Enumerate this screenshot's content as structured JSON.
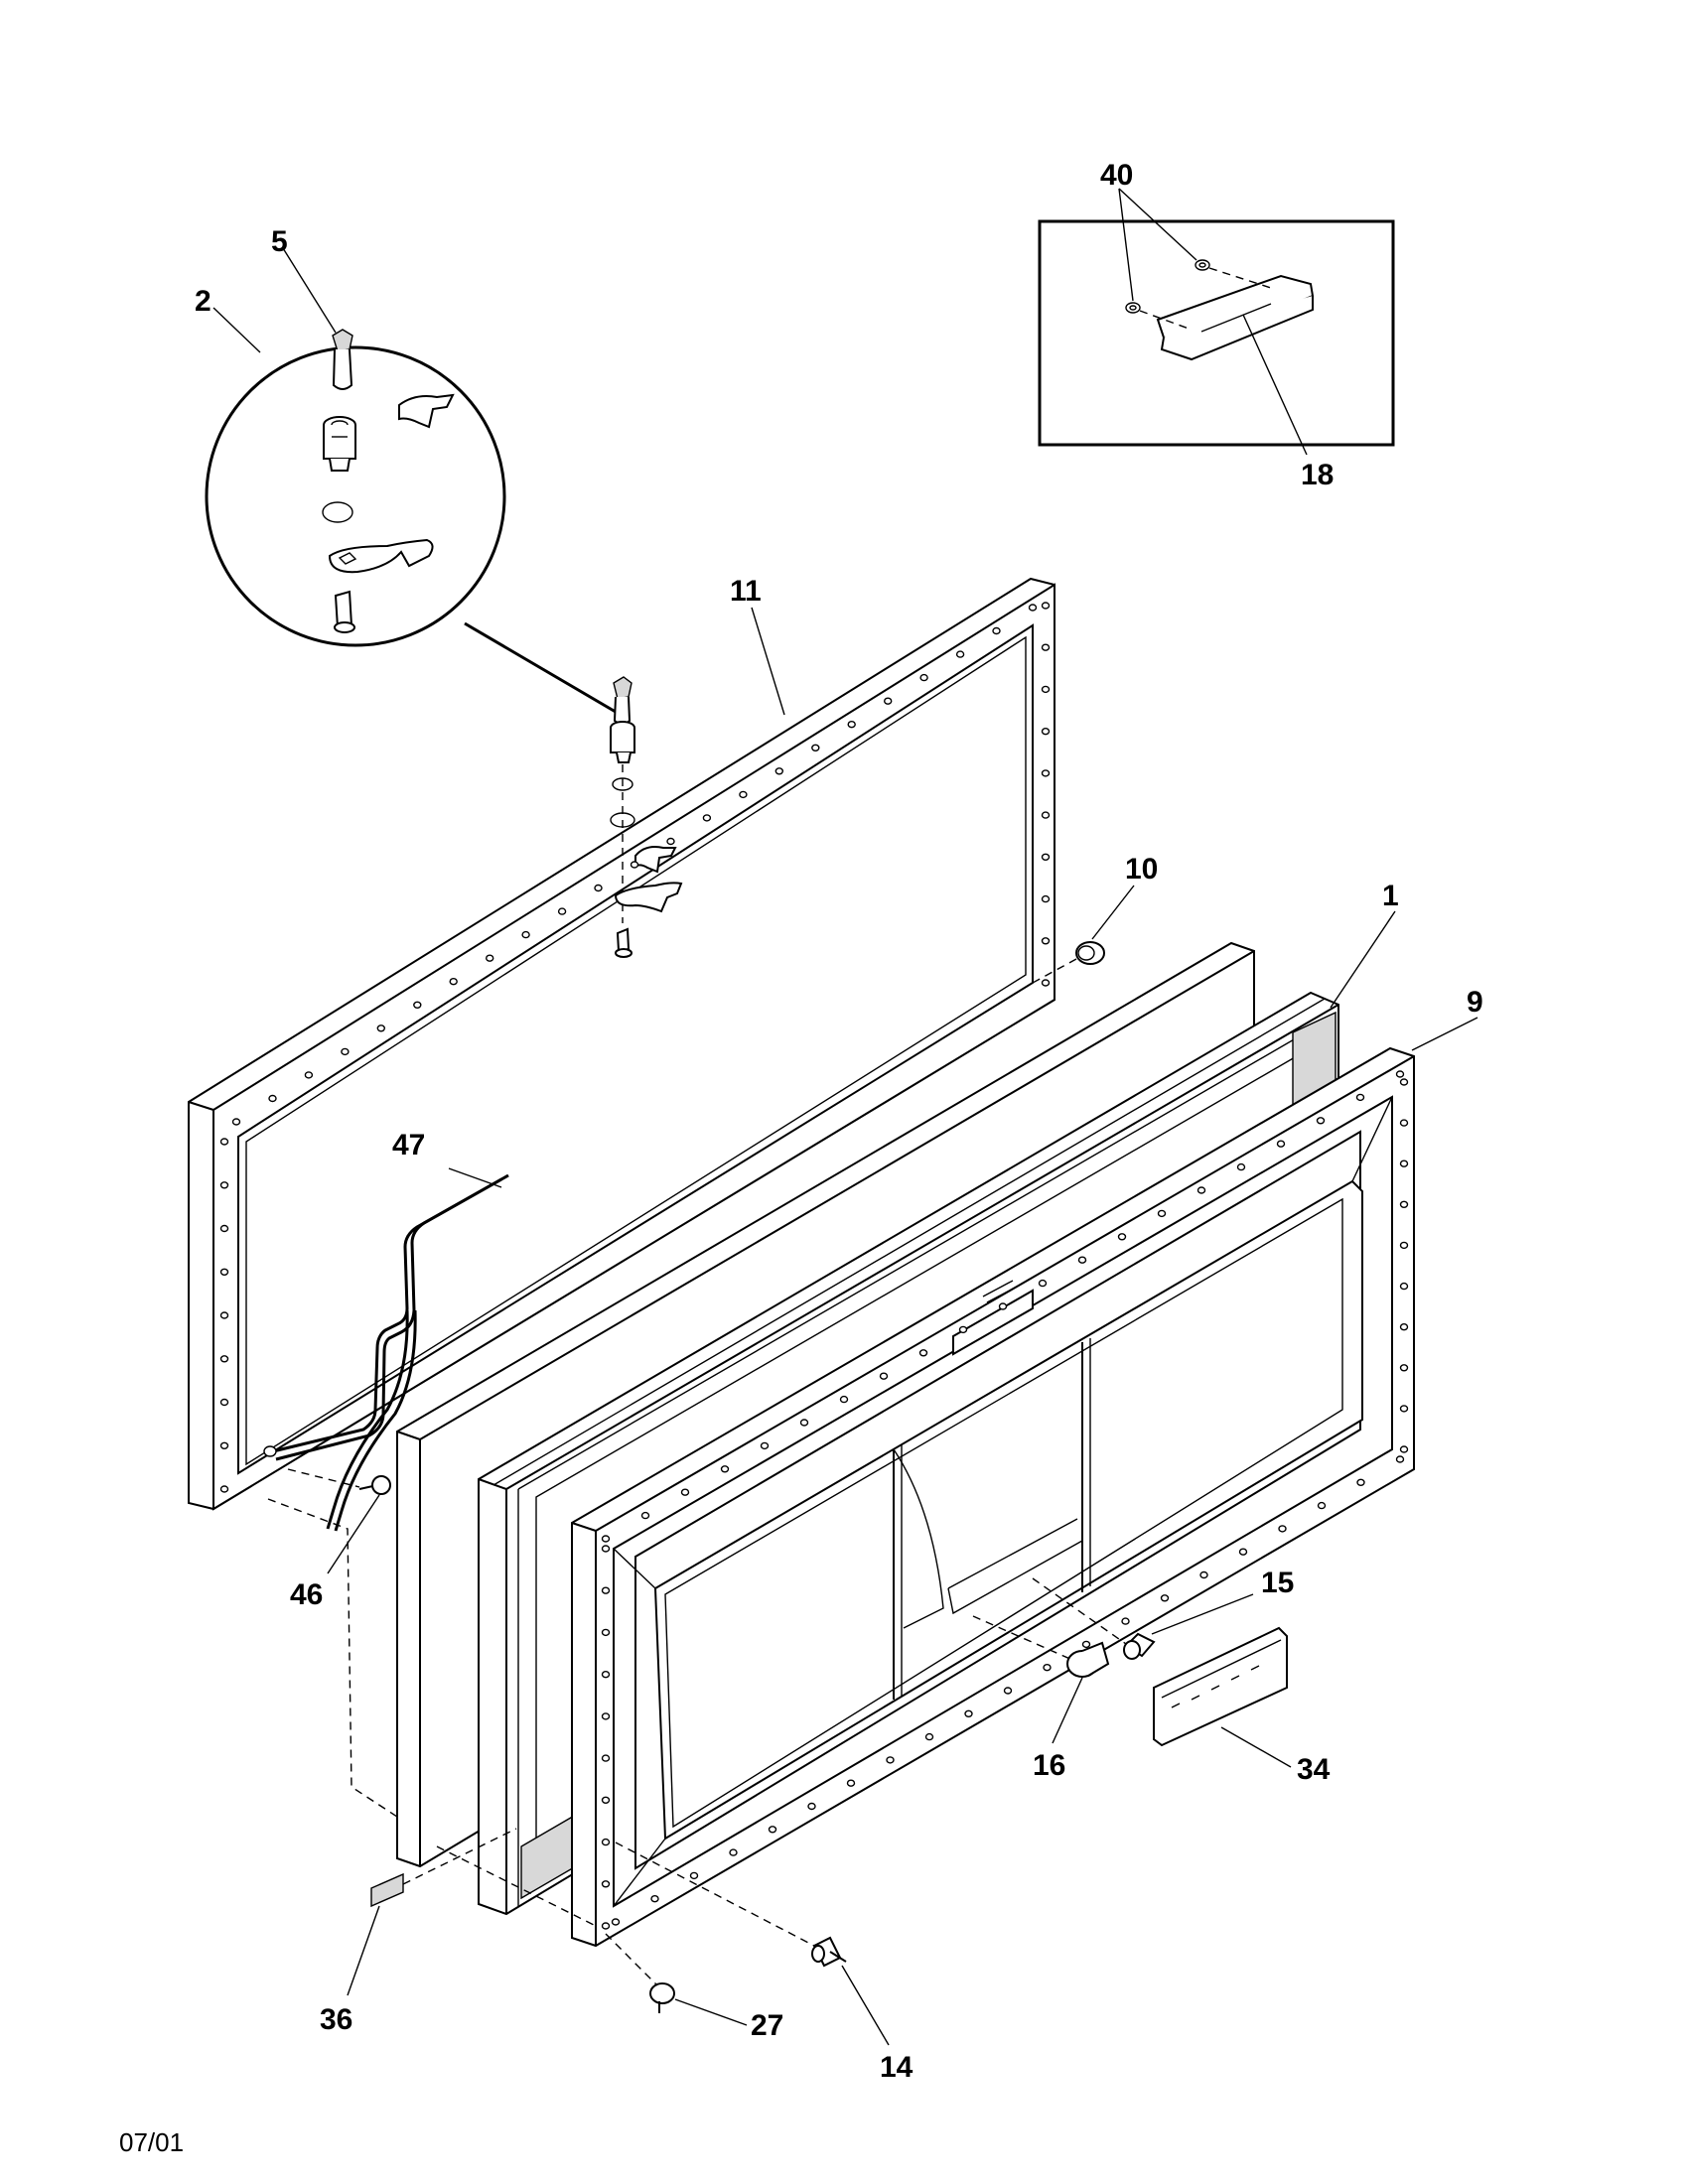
{
  "date_code": "07/01",
  "callouts": [
    {
      "id": "c40",
      "label": "40"
    },
    {
      "id": "c18",
      "label": "18"
    },
    {
      "id": "c5",
      "label": "5"
    },
    {
      "id": "c2",
      "label": "2"
    },
    {
      "id": "c11",
      "label": "11"
    },
    {
      "id": "c10",
      "label": "10"
    },
    {
      "id": "c1",
      "label": "1"
    },
    {
      "id": "c9",
      "label": "9"
    },
    {
      "id": "c47",
      "label": "47"
    },
    {
      "id": "c46",
      "label": "46"
    },
    {
      "id": "c15",
      "label": "15"
    },
    {
      "id": "c16",
      "label": "16"
    },
    {
      "id": "c34",
      "label": "34"
    },
    {
      "id": "c36",
      "label": "36"
    },
    {
      "id": "c27",
      "label": "27"
    },
    {
      "id": "c14",
      "label": "14"
    }
  ]
}
